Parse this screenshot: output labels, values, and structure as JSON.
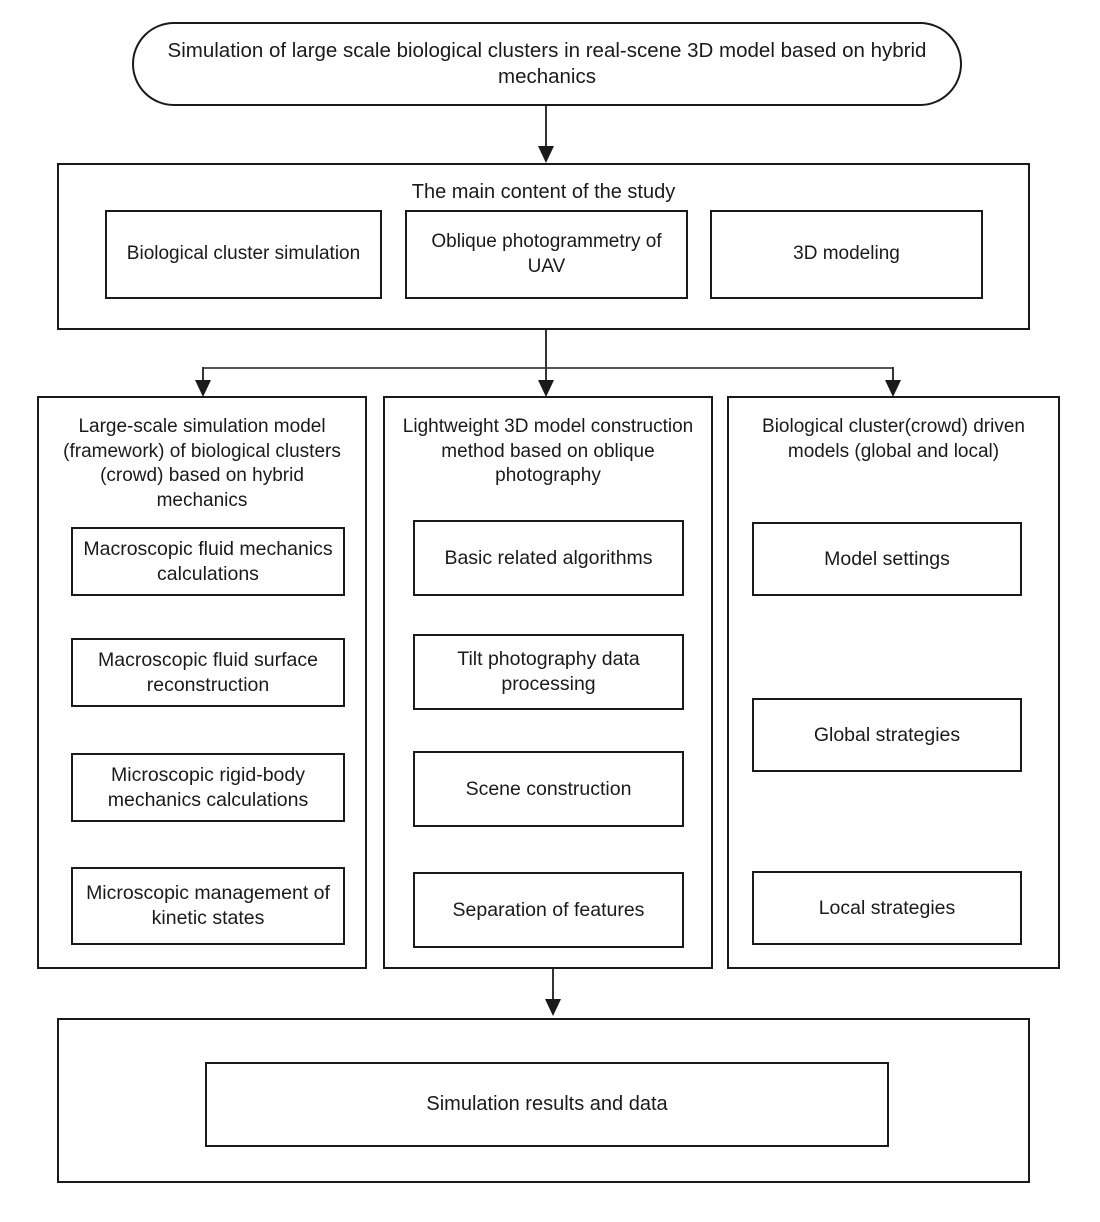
{
  "diagram": {
    "title_box": {
      "label": "Simulation of large scale biological clusters in real-scene 3D model based on hybrid mechanics"
    },
    "tier2": {
      "heading": "The main content of the study",
      "items": [
        {
          "label": "Biological cluster simulation"
        },
        {
          "label": "Oblique photogrammetry of UAV"
        },
        {
          "label": "3D modeling"
        }
      ]
    },
    "tier3": {
      "columns": [
        {
          "heading": "Large-scale simulation model (framework) of biological clusters (crowd) based on hybrid mechanics",
          "items": [
            {
              "label": "Macroscopic fluid mechanics calculations"
            },
            {
              "label": "Macroscopic fluid surface reconstruction"
            },
            {
              "label": "Microscopic rigid-body mechanics calculations"
            },
            {
              "label": "Microscopic management of kinetic states"
            }
          ]
        },
        {
          "heading": "Lightweight 3D model construction method based on oblique photography",
          "items": [
            {
              "label": "Basic related algorithms"
            },
            {
              "label": "Tilt photography data processing"
            },
            {
              "label": "Scene construction"
            },
            {
              "label": "Separation of features"
            }
          ]
        },
        {
          "heading": "Biological cluster(crowd) driven models (global and local)",
          "items": [
            {
              "label": "Model settings"
            },
            {
              "label": "Global strategies"
            },
            {
              "label": "Local strategies"
            }
          ]
        }
      ]
    },
    "tier4": {
      "result": {
        "label": "Simulation results and data"
      }
    },
    "colors": {
      "stroke": "#1a1a1a",
      "connector": "#333333",
      "background": "#ffffff"
    }
  }
}
